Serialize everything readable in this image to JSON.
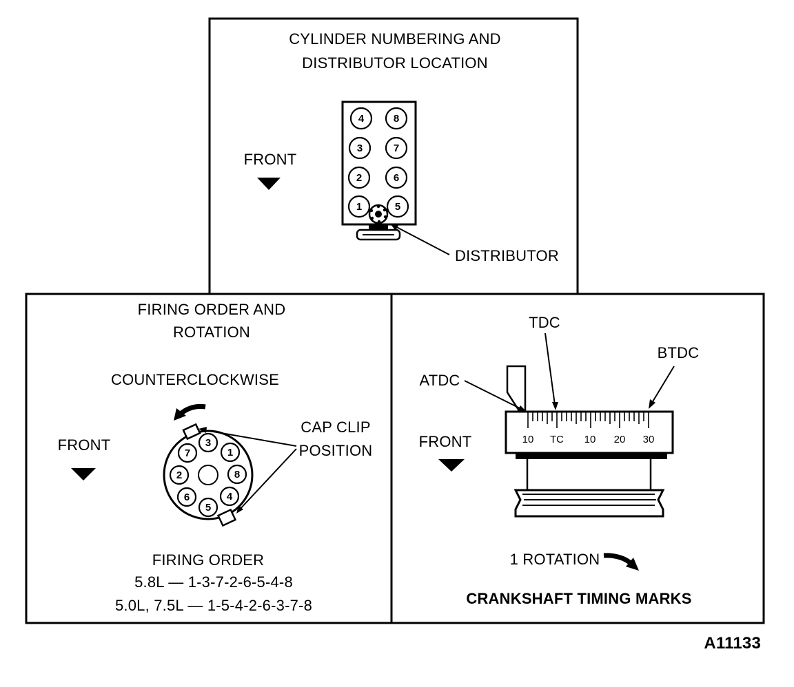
{
  "top_panel": {
    "title_line1": "CYLINDER NUMBERING AND",
    "title_line2": "DISTRIBUTOR LOCATION",
    "front_label": "FRONT",
    "distributor_label": "DISTRIBUTOR",
    "left_bank": [
      "4",
      "3",
      "2",
      "1"
    ],
    "right_bank": [
      "8",
      "7",
      "6",
      "5"
    ]
  },
  "left_panel": {
    "title_line1": "FIRING ORDER AND",
    "title_line2": "ROTATION",
    "rotation_label": "COUNTERCLOCKWISE",
    "front_label": "FRONT",
    "cap_clip_line1": "CAP CLIP",
    "cap_clip_line2": "POSITION",
    "cap_terminals": [
      "3",
      "1",
      "8",
      "4",
      "5",
      "6",
      "2",
      "7"
    ],
    "firing_order_title": "FIRING ORDER",
    "firing_order_line1": "5.8L  —  1-3-7-2-6-5-4-8",
    "firing_order_line2": "5.0L, 7.5L  —  1-5-4-2-6-3-7-8"
  },
  "right_panel": {
    "tdc_label": "TDC",
    "btdc_label": "BTDC",
    "atdc_label": "ATDC",
    "front_label": "FRONT",
    "scale_labels": [
      "10",
      "TC",
      "10",
      "20",
      "30"
    ],
    "rotation_label": "1 ROTATION",
    "caption": "CRANKSHAFT TIMING MARKS"
  },
  "figure_id": "A11133"
}
